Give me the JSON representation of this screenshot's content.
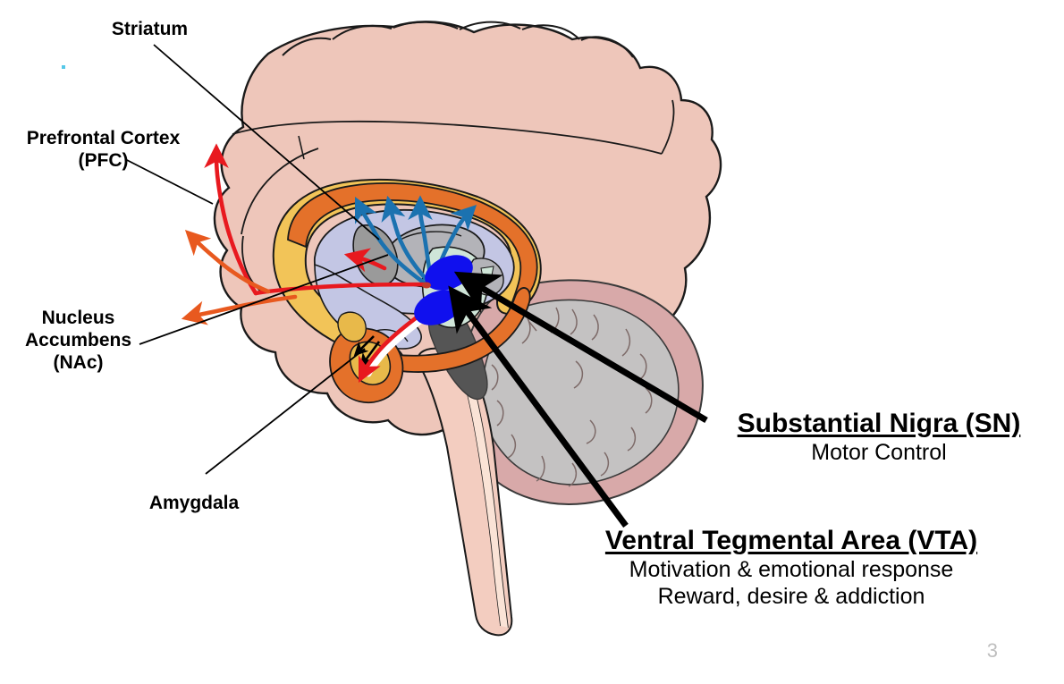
{
  "slide": {
    "page_number": "3",
    "background_color": "#ffffff"
  },
  "labels": {
    "striatum": "Striatum",
    "prefrontal_cortex": "Prefrontal Cortex\n(PFC)",
    "nucleus_accumbens": "Nucleus\nAccumbens\n(NAc)",
    "amygdala": "Amygdala",
    "substantia_nigra_title": "Substantial Nigra (SN)",
    "substantia_nigra_sub": "Motor Control",
    "vta_title": "Ventral Tegmental Area (VTA)",
    "vta_sub": "Motivation & emotional response\nReward, desire & addiction"
  },
  "colors": {
    "cortex": "#eec6ba",
    "cortex_outline": "#1a1a1a",
    "cingulate_yellow": "#f2c458",
    "corpus_callosum_orange": "#e4712a",
    "thalamus_lavender": "#c3c6e4",
    "thalamus_gray": "#b3b3b8",
    "striatum_gray": "#9a9a9a",
    "midbrain_green": "#cfe5d8",
    "cerebellum_pink": "#d8a9a9",
    "cerebellum_gray": "#c4c2c2",
    "amygdala_orange": "#e4712a",
    "amygdala_inner": "#e8b94a",
    "brainstem_pink": "#f3cdc0",
    "nuclei_blue": "#1010ee",
    "pathway_red": "#e8191f",
    "pathway_orange": "#e8591f",
    "pathway_blue": "#1b72b0",
    "dark_gray_tract": "#555555",
    "pointer_black": "#000000",
    "page_number_gray": "#bfbfbf",
    "speck_cyan": "#55c8e8"
  },
  "diagram": {
    "type": "sagittal-brain-schematic",
    "nuclei": [
      {
        "name": "substantia-nigra",
        "shape": "ellipse",
        "color": "#1010ee"
      },
      {
        "name": "ventral-tegmental-area",
        "shape": "ellipse",
        "color": "#1010ee"
      }
    ],
    "pathways": [
      {
        "name": "mesocortical-to-pfc",
        "color": "#e8191f"
      },
      {
        "name": "mesolimbic-to-nac",
        "color": "#e8591f"
      },
      {
        "name": "nigrostriatal-to-striatum",
        "color": "#1b72b0"
      },
      {
        "name": "mesolimbic-to-amygdala",
        "color": "#e8191f"
      }
    ]
  }
}
